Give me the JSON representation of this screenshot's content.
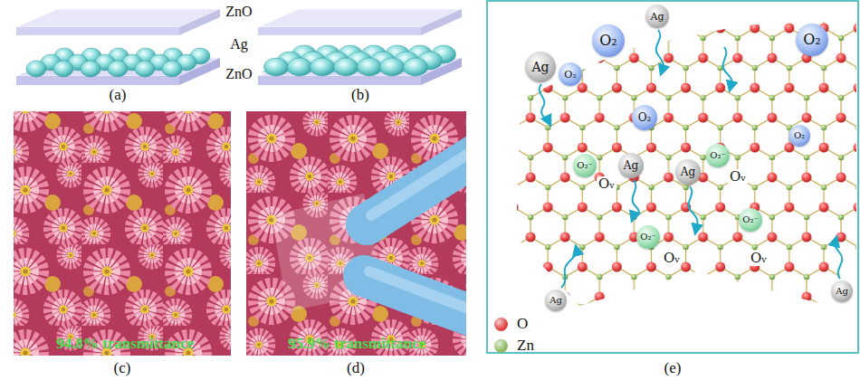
{
  "diagram": {
    "nodes": [
      {
        "text": [
          "Ag"
        ]
      },
      {
        "text": [
          "O₂"
        ]
      },
      {
        "text": [
          "O₂"
        ]
      },
      {
        "text": [
          "Ag"
        ]
      },
      {
        "text": [
          "O₂"
        ]
      },
      {
        "text": [
          "O₂"
        ]
      },
      {
        "text": [
          "O₂"
        ]
      },
      {
        "text": [
          "O₂⁻"
        ]
      },
      {
        "text": [
          "Ag"
        ]
      },
      {
        "text": [
          "Ag"
        ]
      },
      {
        "text": [
          "O₂⁻"
        ]
      },
      {
        "text": [
          "O₂⁻"
        ]
      },
      {
        "text": [
          "O₂⁻"
        ]
      },
      {
        "text": [
          "Ag"
        ]
      },
      {
        "text": [
          "Ag"
        ]
      }
    ],
    "labels": [
      "ZnO",
      "Ag",
      "ZnO",
      "(a)",
      "(b)",
      "94.8% transmittance",
      "95.9% transmittance",
      "Oᵥ",
      "Oᵥ",
      "Oᵥ",
      "Oᵥ",
      "(c)",
      "(d)",
      "(e)"
    ],
    "legend": [
      {
        "text": "O",
        "color": "#e0403f"
      },
      {
        "text": "Zn",
        "color": "#8db860"
      }
    ]
  }
}
